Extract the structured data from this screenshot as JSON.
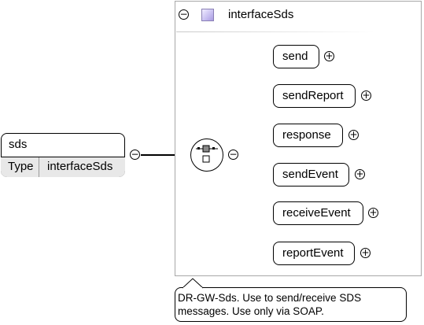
{
  "type_container": {
    "name": "interfaceSds",
    "icon": "complex-type-icon",
    "collapse_symbol": "−"
  },
  "root_element": {
    "name": "sds",
    "type_key": "Type",
    "type_value": "interfaceSds",
    "collapse_symbol": "−"
  },
  "compositor": {
    "kind": "sequence",
    "icon": "sequence-icon",
    "collapse_symbol": "−"
  },
  "children": [
    {
      "name": "send",
      "expand_symbol": "+"
    },
    {
      "name": "sendReport",
      "expand_symbol": "+"
    },
    {
      "name": "response",
      "expand_symbol": "+"
    },
    {
      "name": "sendEvent",
      "expand_symbol": "+"
    },
    {
      "name": "receiveEvent",
      "expand_symbol": "+"
    },
    {
      "name": "reportEvent",
      "expand_symbol": "+"
    }
  ],
  "annotation": {
    "line1": "DR-GW-Sds. Use to send/receive SDS",
    "line2": "messages. Use only via SOAP."
  },
  "colors": {
    "border": "#000000",
    "container_border": "#a8a8a8",
    "type_row_bg": "#e8e8e8",
    "type_icon": "#c6bdf0"
  }
}
